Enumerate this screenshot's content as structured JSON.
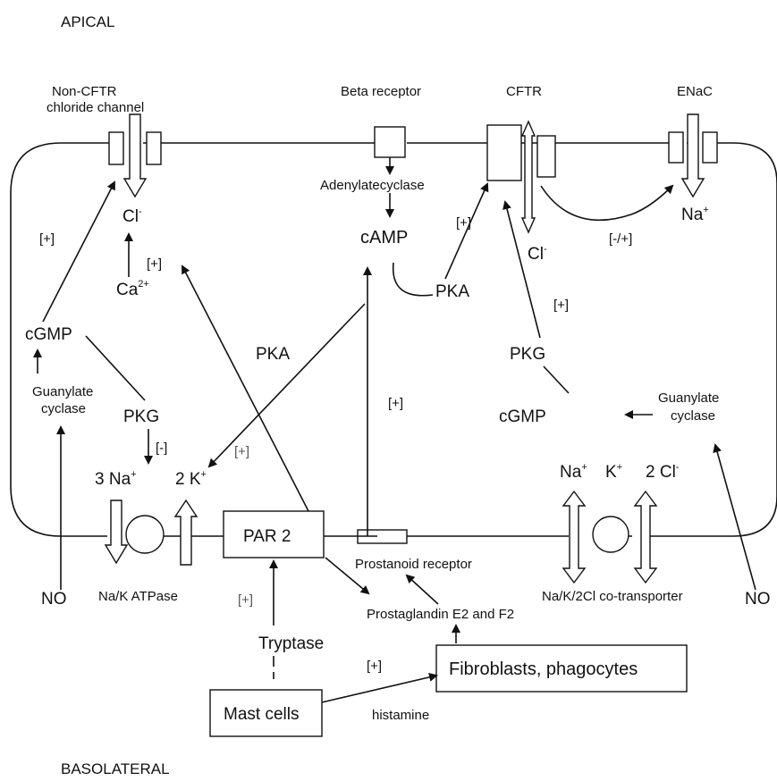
{
  "regions": {
    "apical": "APICAL",
    "basolateral": "BASOLATERAL"
  },
  "channels": {
    "non_cftr_line1": "Non-CFTR",
    "non_cftr_line2": "chloride channel",
    "beta_receptor": "Beta receptor",
    "cftr": "CFTR",
    "enac": "ENaC"
  },
  "ions": {
    "cl": "Cl",
    "minus": "-",
    "na": "Na",
    "plus": "+",
    "ca": "Ca",
    "ca_charge": "2+",
    "three_na": "3 Na",
    "two_k": "2 K",
    "k": "K",
    "two_cl": "2 Cl"
  },
  "molecules": {
    "adenylatecyclase": "Adenylatecyclase",
    "camp": "cAMP",
    "pka": "PKA",
    "pkg": "PKG",
    "cgmp": "cGMP",
    "guanylate": "Guanylate",
    "cyclase": "cyclase",
    "no": "NO"
  },
  "signs": {
    "plus": "[+]",
    "minus": "[-]",
    "minus_plus": "[-/+]"
  },
  "transporters": {
    "na_k_atpase": "Na/K ATPase",
    "par2": "PAR 2",
    "prostanoid_receptor": "Prostanoid receptor",
    "cotransporter": "Na/K/2Cl co-transporter"
  },
  "mediators": {
    "prostaglandin": "Prostaglandin E2 and F2",
    "tryptase": "Tryptase",
    "fibroblasts": "Fibroblasts, phagocytes",
    "mast_cells": "Mast cells",
    "histamine": "histamine"
  }
}
